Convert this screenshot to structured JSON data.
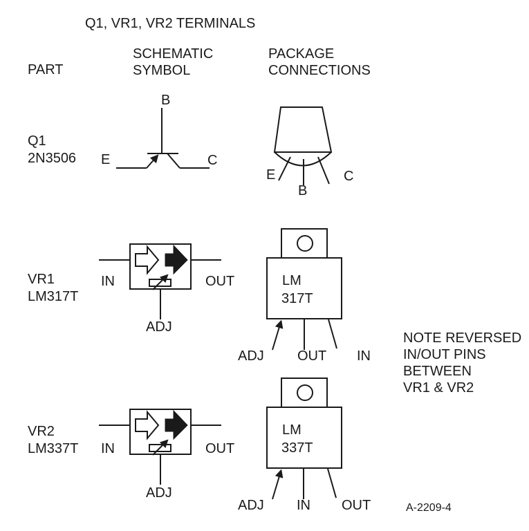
{
  "title": "Q1, VR1, VR2 TERMINALS",
  "columns": {
    "part": "PART",
    "schematic_line1": "SCHEMATIC",
    "schematic_line2": "SYMBOL",
    "package_line1": "PACKAGE",
    "package_line2": "CONNECTIONS"
  },
  "q1": {
    "name": "Q1",
    "number": "2N3506",
    "schematic": {
      "base": "B",
      "emitter": "E",
      "collector": "C"
    },
    "package": {
      "left": "E",
      "center": "B",
      "right": "C"
    }
  },
  "vr1": {
    "name": "VR1",
    "number": "LM317T",
    "schematic": {
      "in": "IN",
      "out": "OUT",
      "adj": "ADJ"
    },
    "package": {
      "line1": "LM",
      "line2": "317T",
      "left": "ADJ",
      "center": "OUT",
      "right": "IN"
    }
  },
  "vr2": {
    "name": "VR2",
    "number": "LM337T",
    "schematic": {
      "in": "IN",
      "out": "OUT",
      "adj": "ADJ"
    },
    "package": {
      "line1": "LM",
      "line2": "337T",
      "left": "ADJ",
      "center": "IN",
      "right": "OUT"
    }
  },
  "note": [
    "NOTE REVERSED",
    "IN/OUT PINS",
    "BETWEEN",
    "VR1 & VR2"
  ],
  "figure_id": "A-2209-4",
  "colors": {
    "ink": "#1a1a1a",
    "background": "#ffffff"
  }
}
